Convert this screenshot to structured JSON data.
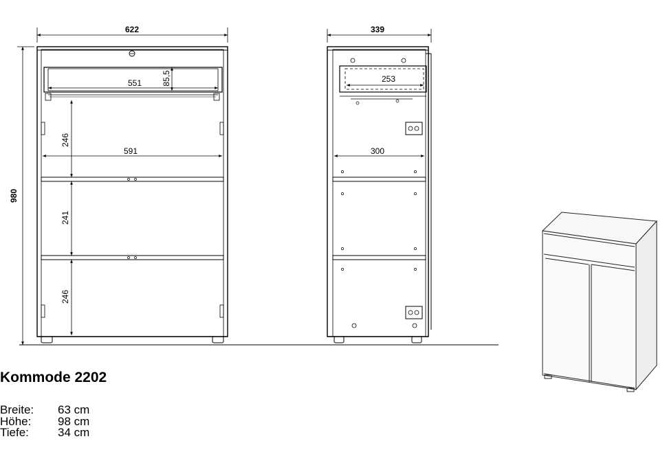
{
  "dimensions": {
    "front_width": "622",
    "side_depth": "339",
    "height": "980",
    "drawer_inner_width": "551",
    "drawer_height": "85,5",
    "inner_width": "591",
    "compartment_top": "246",
    "compartment_middle": "241",
    "compartment_bottom": "246",
    "drawer_depth": "253",
    "shelf_depth": "300"
  },
  "product": {
    "title": "Kommode 2202",
    "specs": [
      {
        "label": "Breite:",
        "value": "63 cm"
      },
      {
        "label": "Höhe:",
        "value": "98 cm"
      },
      {
        "label": "Tiefe:",
        "value": "34 cm"
      }
    ]
  }
}
